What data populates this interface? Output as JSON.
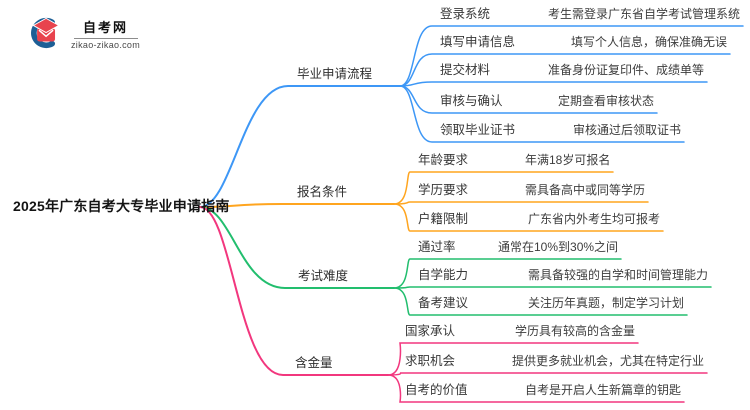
{
  "logo": {
    "title": "自考网",
    "url": "zikao-zikao.com",
    "icon": "graduation-cap-icon",
    "brand_blue": "#1D5F96",
    "brand_red": "#E8434E"
  },
  "root": "2025年广东自考大专毕业申请指南",
  "branches": [
    {
      "label": "毕业申请流程",
      "color": "#3D97F6",
      "children": [
        {
          "label": "登录系统",
          "desc": "考生需登录广东省自学考试管理系统"
        },
        {
          "label": "填写申请信息",
          "desc": "填写个人信息，确保准确无误"
        },
        {
          "label": "提交材料",
          "desc": "准备身份证复印件、成绩单等"
        },
        {
          "label": "审核与确认",
          "desc": "定期查看审核状态"
        },
        {
          "label": "领取毕业证书",
          "desc": "审核通过后领取证书"
        }
      ]
    },
    {
      "label": "报名条件",
      "color": "#FFA51F",
      "children": [
        {
          "label": "年龄要求",
          "desc": "年满18岁可报名"
        },
        {
          "label": "学历要求",
          "desc": "需具备高中或同等学历"
        },
        {
          "label": "户籍限制",
          "desc": "广东省内外考生均可报考"
        }
      ]
    },
    {
      "label": "考试难度",
      "color": "#22BE6E",
      "children": [
        {
          "label": "通过率",
          "desc": "通常在10%到30%之间"
        },
        {
          "label": "自学能力",
          "desc": "需具备较强的自学和时间管理能力"
        },
        {
          "label": "备考建议",
          "desc": "关注历年真题，制定学习计划"
        }
      ]
    },
    {
      "label": "含金量",
      "color": "#F2377E",
      "children": [
        {
          "label": "国家承认",
          "desc": "学历具有较高的含金量"
        },
        {
          "label": "求职机会",
          "desc": "提供更多就业机会，尤其在特定行业"
        },
        {
          "label": "自考的价值",
          "desc": "自考是开启人生新篇章的钥匙"
        }
      ]
    }
  ]
}
